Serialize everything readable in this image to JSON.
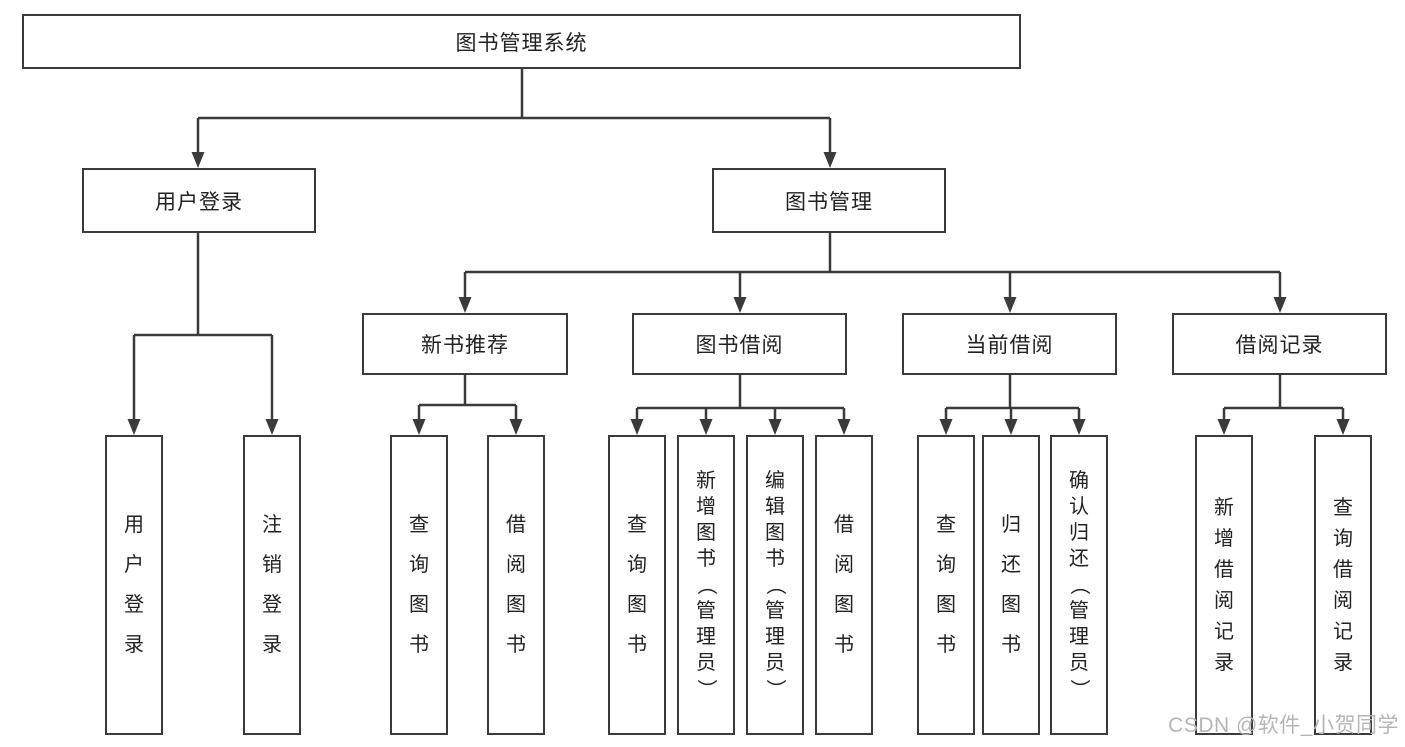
{
  "diagram": {
    "title": "图书管理系统",
    "children": [
      {
        "label": "用户登录",
        "children": [
          {
            "label": "用户登录"
          },
          {
            "label": "注销登录"
          }
        ]
      },
      {
        "label": "图书管理",
        "children": [
          {
            "label": "新书推荐",
            "children": [
              {
                "label": "查询图书"
              },
              {
                "label": "借阅图书"
              }
            ]
          },
          {
            "label": "图书借阅",
            "children": [
              {
                "label": "查询图书"
              },
              {
                "label": "新增图书（管理员）"
              },
              {
                "label": "编辑图书（管理员）"
              },
              {
                "label": "借阅图书"
              }
            ]
          },
          {
            "label": "当前借阅",
            "children": [
              {
                "label": "查询图书"
              },
              {
                "label": "归还图书"
              },
              {
                "label": "确认归还（管理员）"
              }
            ]
          },
          {
            "label": "借阅记录",
            "children": [
              {
                "label": "新增借阅记录"
              },
              {
                "label": "查询借阅记录"
              }
            ]
          }
        ]
      }
    ]
  },
  "watermark": {
    "text": "CSDN @软件_小贺同学"
  },
  "colors": {
    "line": "#3a3a3a",
    "text": "#222222",
    "box_background": "#ffffff",
    "watermark": "#b5b5b5"
  }
}
